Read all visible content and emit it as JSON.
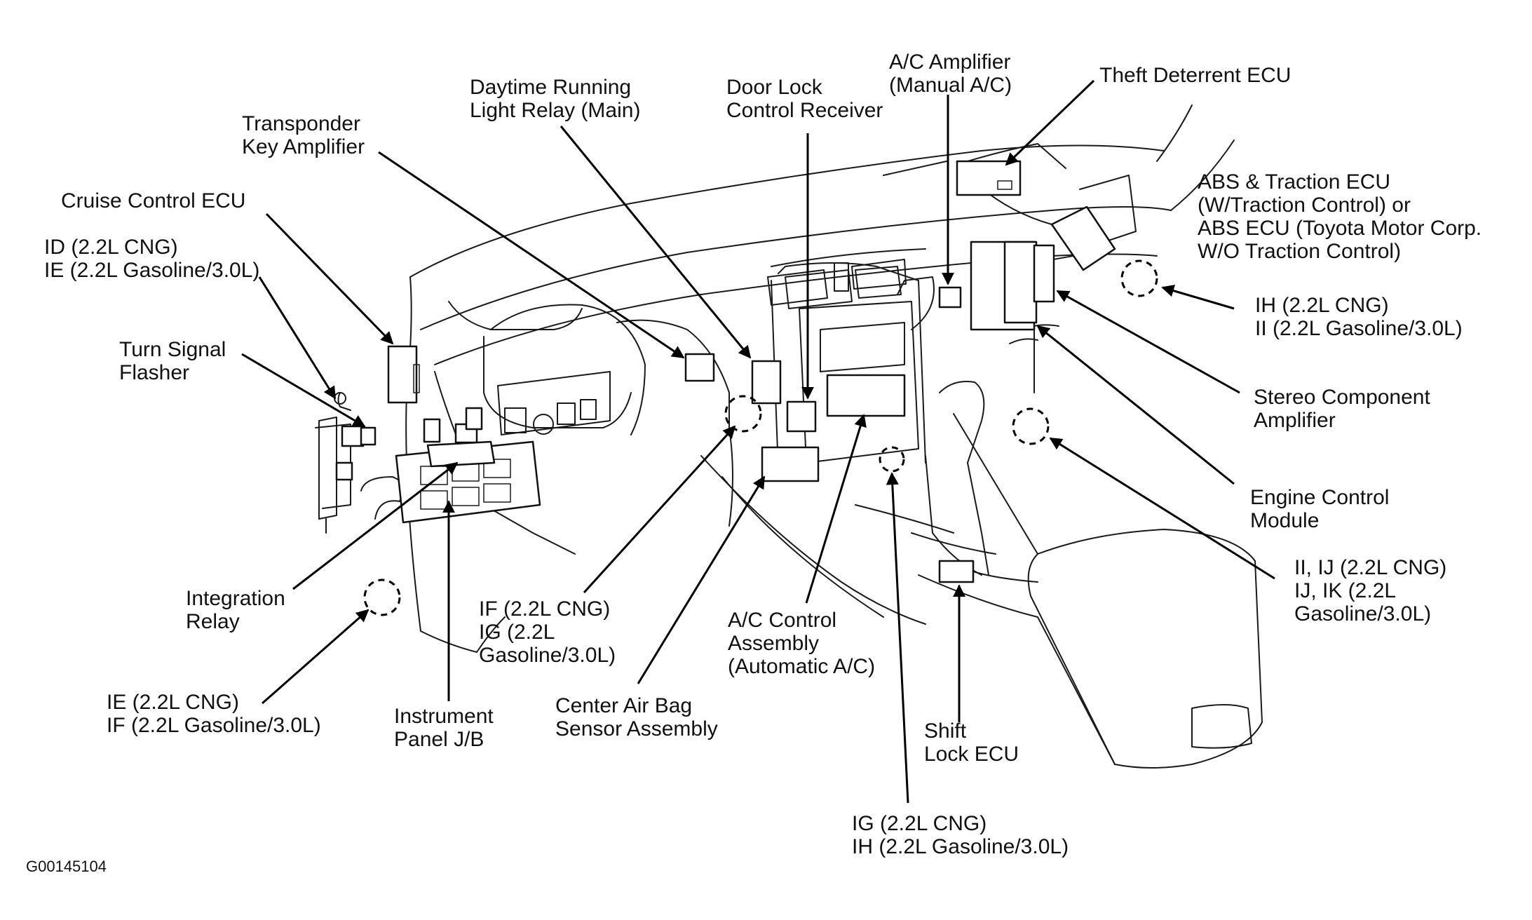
{
  "figure_id": "G00145104",
  "labels": {
    "cruise_control_ecu": [
      "Cruise Control ECU"
    ],
    "id_ie": [
      "ID (2.2L CNG)",
      "IE (2.2L Gasoline/3.0L)"
    ],
    "turn_signal_flasher": [
      "Turn Signal",
      "Flasher"
    ],
    "transponder_key_amplifier": [
      "Transponder",
      "Key Amplifier"
    ],
    "drl_relay": [
      "Daytime Running",
      "Light Relay (Main)"
    ],
    "door_lock_receiver": [
      "Door Lock",
      "Control Receiver"
    ],
    "ac_amplifier": [
      "A/C Amplifier",
      "(Manual A/C)"
    ],
    "theft_deterrent_ecu": [
      "Theft Deterrent ECU"
    ],
    "abs_traction_ecu": [
      "ABS & Traction ECU",
      "(W/Traction Control) or",
      "ABS ECU (Toyota Motor Corp.",
      "W/O Traction Control)"
    ],
    "ih_ii": [
      "IH (2.2L CNG)",
      "II (2.2L Gasoline/3.0L)"
    ],
    "stereo_amplifier": [
      "Stereo Component",
      "Amplifier"
    ],
    "engine_control_module": [
      "Engine Control",
      "Module"
    ],
    "ii_ij_ik": [
      "II, IJ (2.2L CNG)",
      "IJ, IK (2.2L",
      "Gasoline/3.0L)"
    ],
    "integration_relay": [
      "Integration",
      "Relay"
    ],
    "ie_if": [
      "IE (2.2L CNG)",
      "IF (2.2L Gasoline/3.0L)"
    ],
    "instrument_panel_jb": [
      "Instrument",
      "Panel J/B"
    ],
    "if_ig": [
      "IF (2.2L CNG)",
      "IG (2.2L",
      "Gasoline/3.0L)"
    ],
    "center_airbag_sensor": [
      "Center Air Bag",
      "Sensor Assembly"
    ],
    "ac_control_assembly": [
      "A/C Control",
      "Assembly",
      "(Automatic A/C)"
    ],
    "shift_lock_ecu": [
      "Shift",
      "Lock ECU"
    ],
    "ig_ih": [
      "IG (2.2L CNG)",
      "IH (2.2L Gasoline/3.0L)"
    ]
  }
}
